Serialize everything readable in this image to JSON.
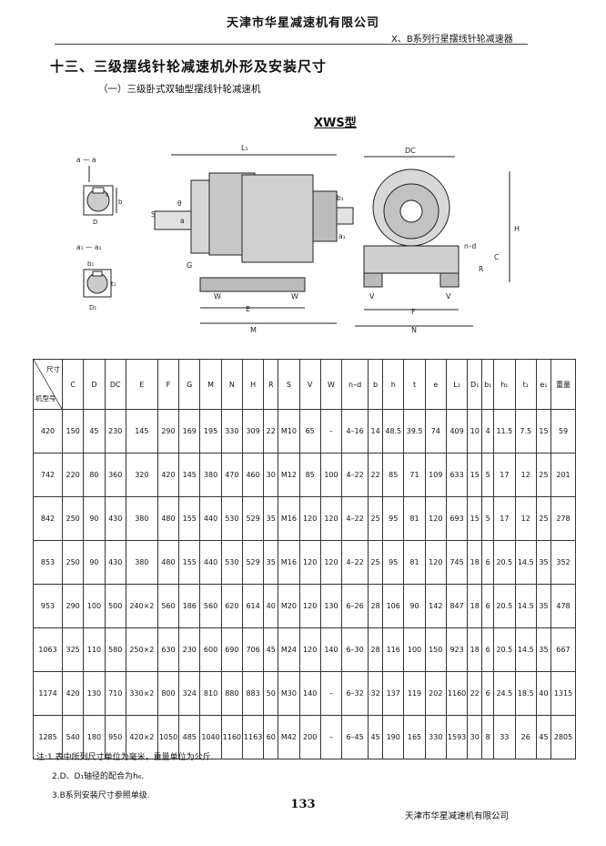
{
  "header": {
    "company": "天津市华星减速机有限公司",
    "series": "X、B系列行星摆线针轮减速器"
  },
  "title": {
    "section": "十三、三级摆线针轮减速机外形及安装尺寸",
    "subsection": "（一）三级卧式双轴型摆线针轮减速机",
    "model": "XWS型"
  },
  "drawing": {
    "section_a": "a — a",
    "section_a1": "a₁ — a₁",
    "dims": [
      "L₁",
      "DC",
      "θ",
      "S",
      "a",
      "a₁",
      "G",
      "W",
      "E",
      "M",
      "b₁",
      "H",
      "n–d",
      "R",
      "C",
      "V",
      "F",
      "N",
      "b",
      "t",
      "D",
      "b₁",
      "t₁",
      "D₁"
    ]
  },
  "table": {
    "header_diag_top": "尺寸",
    "header_diag_bottom": "机型号",
    "columns": [
      "C",
      "D",
      "DC",
      "E",
      "F",
      "G",
      "M",
      "N",
      "H",
      "R",
      "S",
      "V",
      "W",
      "n–d",
      "b",
      "h",
      "t",
      "e",
      "L₁",
      "D₁",
      "b₁",
      "h₁",
      "t₁",
      "e₁",
      "重量"
    ],
    "rows": [
      [
        "420",
        "150",
        "45",
        "230",
        "145",
        "290",
        "169",
        "195",
        "330",
        "309",
        "22",
        "M10",
        "65",
        "–",
        "4–16",
        "14",
        "48.5",
        "39.5",
        "74",
        "409",
        "10",
        "4",
        "11.5",
        "7.5",
        "15",
        "59"
      ],
      [
        "742",
        "220",
        "80",
        "360",
        "320",
        "420",
        "145",
        "380",
        "470",
        "460",
        "30",
        "M12",
        "85",
        "100",
        "4–22",
        "22",
        "85",
        "71",
        "109",
        "633",
        "15",
        "5",
        "17",
        "12",
        "25",
        "201"
      ],
      [
        "842",
        "250",
        "90",
        "430",
        "380",
        "480",
        "155",
        "440",
        "530",
        "529",
        "35",
        "M16",
        "120",
        "120",
        "4–22",
        "25",
        "95",
        "81",
        "120",
        "693",
        "15",
        "5",
        "17",
        "12",
        "25",
        "278"
      ],
      [
        "853",
        "250",
        "90",
        "430",
        "380",
        "480",
        "155",
        "440",
        "530",
        "529",
        "35",
        "M16",
        "120",
        "120",
        "4–22",
        "25",
        "95",
        "81",
        "120",
        "745",
        "18",
        "6",
        "20.5",
        "14.5",
        "35",
        "352"
      ],
      [
        "953",
        "290",
        "100",
        "500",
        "240×2",
        "560",
        "186",
        "560",
        "620",
        "614",
        "40",
        "M20",
        "120",
        "130",
        "6–26",
        "28",
        "106",
        "90",
        "142",
        "847",
        "18",
        "6",
        "20.5",
        "14.5",
        "35",
        "478"
      ],
      [
        "1063",
        "325",
        "110",
        "580",
        "250×2",
        "630",
        "230",
        "600",
        "690",
        "706",
        "45",
        "M24",
        "120",
        "140",
        "6–30",
        "28",
        "116",
        "100",
        "150",
        "923",
        "18",
        "6",
        "20.5",
        "14.5",
        "35",
        "667"
      ],
      [
        "1174",
        "420",
        "130",
        "710",
        "330×2",
        "800",
        "324",
        "810",
        "880",
        "883",
        "50",
        "M30",
        "140",
        "–",
        "6–32",
        "32",
        "137",
        "119",
        "202",
        "1160",
        "22",
        "6",
        "24.5",
        "18.5",
        "40",
        "1315"
      ],
      [
        "1285",
        "540",
        "180",
        "950",
        "420×2",
        "1050",
        "485",
        "1040",
        "1160",
        "1163",
        "60",
        "M42",
        "200",
        "–",
        "6–45",
        "45",
        "190",
        "165",
        "330",
        "1593",
        "30",
        "8",
        "33",
        "26",
        "45",
        "2805"
      ]
    ]
  },
  "notes": [
    "注:1.表中所列尺寸单位为毫米，重量单位为公斤.",
    "2.D、D₁轴径的配合为h₆.",
    "3.B系列安装尺寸参照单级."
  ],
  "page_number": "133",
  "footer_company": "天津市华星减速机有限公司"
}
